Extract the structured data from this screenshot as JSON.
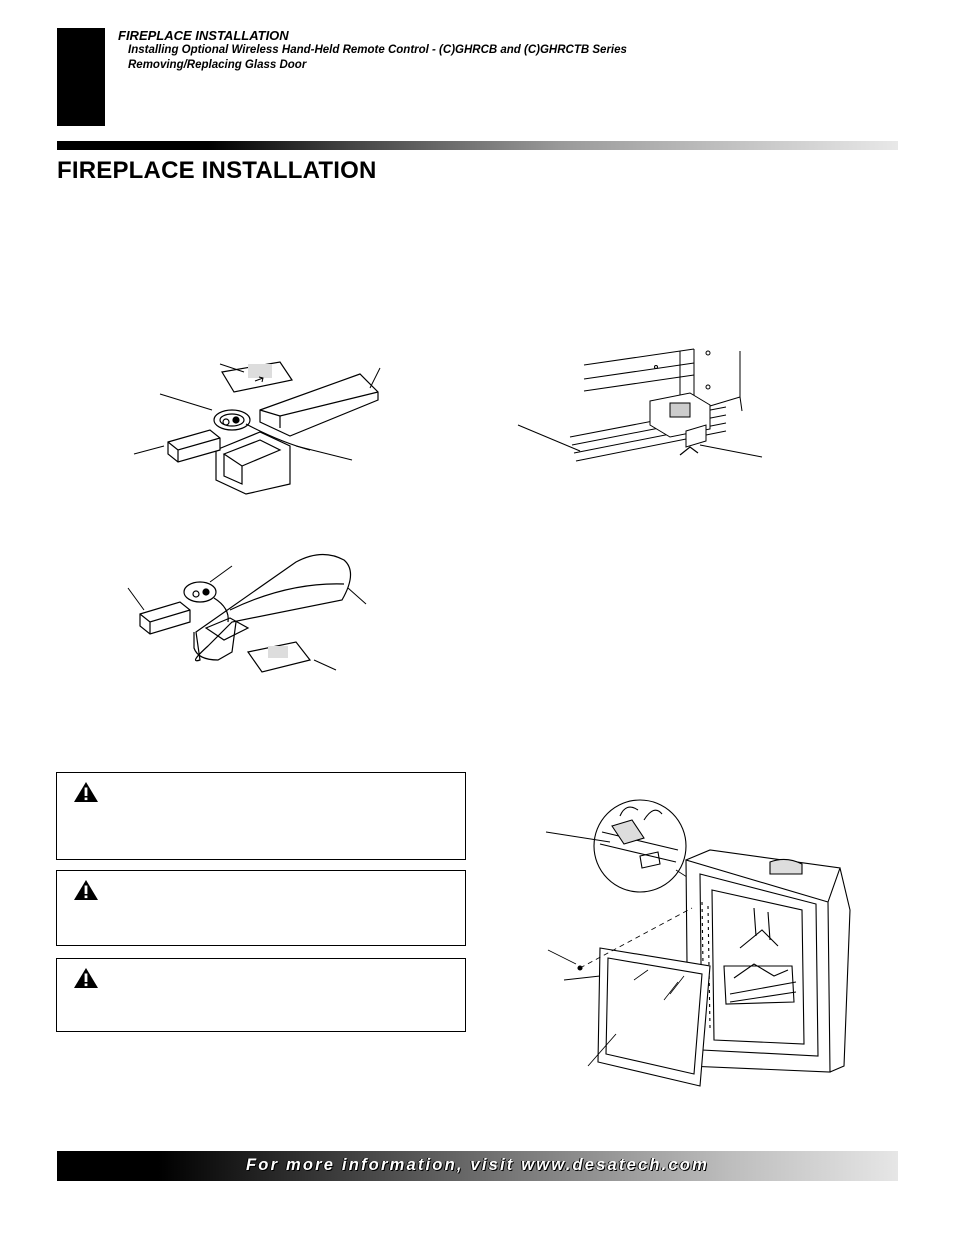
{
  "header": {
    "section": "FIREPLACE INSTALLATION",
    "subtopics": [
      "Installing Optional Wireless Hand-Held Remote Control - (C)GHRCB and (C)GHRCTB Series",
      "Removing/Replacing Glass Door"
    ]
  },
  "page_title": "FIREPLACE INSTALLATION",
  "warnings": [
    {
      "icon": "warning-triangle-icon"
    },
    {
      "icon": "warning-triangle-icon"
    },
    {
      "icon": "warning-triangle-icon"
    }
  ],
  "figures": [
    {
      "name": "rectangular-remote-battery-figure"
    },
    {
      "name": "contoured-remote-battery-figure"
    },
    {
      "name": "door-latch-detail-figure"
    },
    {
      "name": "glass-door-removal-figure"
    }
  ],
  "footer": {
    "text": "For more information, visit www.desatech.com"
  },
  "colors": {
    "ink": "#000000",
    "paper": "#ffffff"
  }
}
